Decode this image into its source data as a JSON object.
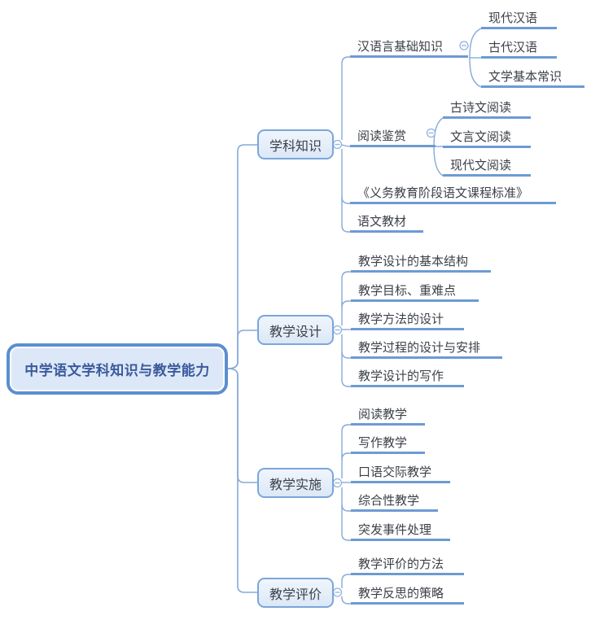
{
  "title": "中学语文学科知识与教学能力思维导图",
  "colors": {
    "root_border": "#5b8fd0",
    "root_fill": "#dce8f7",
    "root_text": "#3a5a9c",
    "branch_border": "#7aa6db",
    "branch_fill": "#e6eef9",
    "topic_text": "#3c4148",
    "connector_line": "#85aad9",
    "topic_underline": "#6d9bd3",
    "collapse_icon_stroke": "#8fb3df"
  },
  "icons": {
    "collapse": "minus-circle-icon"
  },
  "root": {
    "label": "中学语文学科知识与教学能力"
  },
  "branches": [
    {
      "label": "学科知识",
      "collapse_icon": "minus-circle",
      "children": [
        {
          "label": "汉语言基础知识",
          "collapse_icon": "minus-circle",
          "children": [
            {
              "label": "现代汉语"
            },
            {
              "label": "古代汉语"
            },
            {
              "label": "文学基本常识"
            }
          ]
        },
        {
          "label": "阅读鉴赏",
          "collapse_icon": "minus-circle",
          "children": [
            {
              "label": "古诗文阅读"
            },
            {
              "label": "文言文阅读"
            },
            {
              "label": "现代文阅读"
            }
          ]
        },
        {
          "label": "《义务教育阶段语文课程标准》"
        },
        {
          "label": "语文教材"
        }
      ]
    },
    {
      "label": "教学设计",
      "collapse_icon": "minus-circle",
      "children": [
        {
          "label": "教学设计的基本结构"
        },
        {
          "label": "教学目标、重难点"
        },
        {
          "label": "教学方法的设计"
        },
        {
          "label": "教学过程的设计与安排"
        },
        {
          "label": "教学设计的写作"
        }
      ]
    },
    {
      "label": "教学实施",
      "collapse_icon": "minus-circle",
      "children": [
        {
          "label": "阅读教学"
        },
        {
          "label": "写作教学"
        },
        {
          "label": "口语交际教学"
        },
        {
          "label": "综合性教学"
        },
        {
          "label": "突发事件处理"
        }
      ]
    },
    {
      "label": "教学评价",
      "collapse_icon": "minus-circle",
      "children": [
        {
          "label": "教学评价的方法"
        },
        {
          "label": "教学反思的策略"
        }
      ]
    }
  ]
}
